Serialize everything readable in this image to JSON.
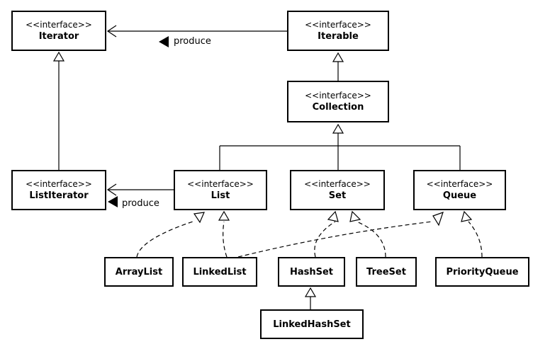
{
  "nodes": {
    "iterator": {
      "stereotype": "<<interface>>",
      "name": "Iterator"
    },
    "iterable": {
      "stereotype": "<<interface>>",
      "name": "Iterable"
    },
    "collection": {
      "stereotype": "<<interface>>",
      "name": "Collection"
    },
    "listiterator": {
      "stereotype": "<<interface>>",
      "name": "ListIterator"
    },
    "list": {
      "stereotype": "<<interface>>",
      "name": "List"
    },
    "set": {
      "stereotype": "<<interface>>",
      "name": "Set"
    },
    "queue": {
      "stereotype": "<<interface>>",
      "name": "Queue"
    },
    "arraylist": {
      "name": "ArrayList"
    },
    "linkedlist": {
      "name": "LinkedList"
    },
    "hashset": {
      "name": "HashSet"
    },
    "treeset": {
      "name": "TreeSet"
    },
    "priorityqueue": {
      "name": "PriorityQueue"
    },
    "linkedhashset": {
      "name": "LinkedHashSet"
    }
  },
  "edges": {
    "produce_iterator": {
      "label": "produce"
    },
    "produce_listiterator": {
      "label": "produce"
    }
  },
  "colors": {
    "line": "#000000",
    "background": "#ffffff"
  }
}
